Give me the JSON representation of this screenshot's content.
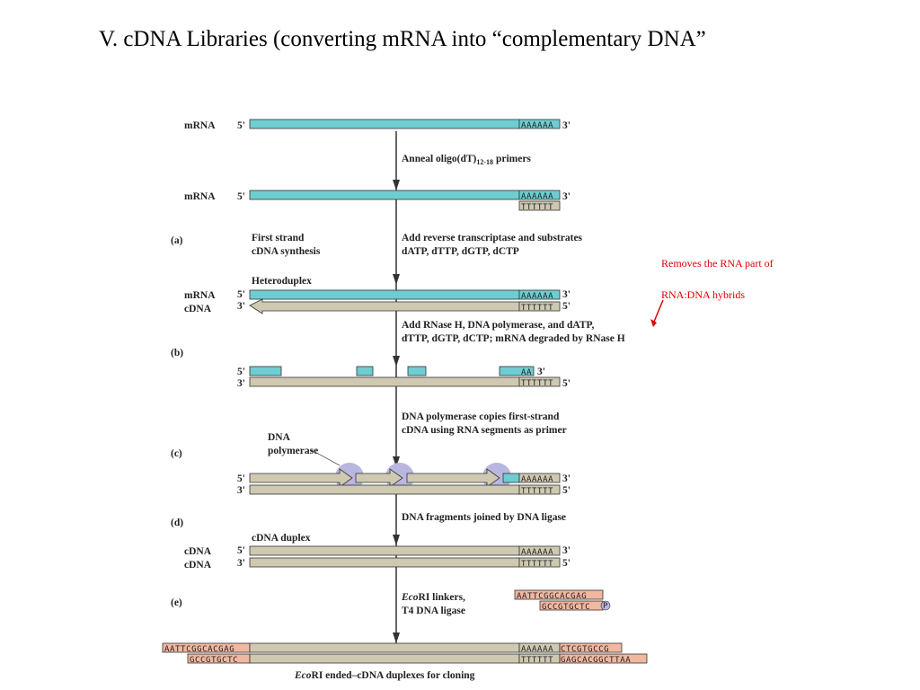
{
  "title": "V. cDNA Libraries (converting mRNA into “complementary DNA”",
  "annotation": {
    "line1": "Removes the RNA part of",
    "line2": "RNA:DNA hybrids"
  },
  "labels": {
    "mrna": "mRNA",
    "cdna": "cDNA",
    "five": "5'",
    "three": "3'",
    "heteroduplex": "Heteroduplex",
    "first_strand_1": "First strand",
    "first_strand_2": "cDNA synthesis",
    "dna_pol_1": "DNA",
    "dna_pol_2": "polymerase",
    "cdna_duplex": "cDNA duplex"
  },
  "panels": {
    "a": "(a)",
    "b": "(b)",
    "c": "(c)",
    "d": "(d)",
    "e": "(e)"
  },
  "steps": {
    "s1_main": "Anneal oligo(dT)",
    "s1_sub": "12-18",
    "s1_tail": " primers",
    "s2_line1": "Add reverse transcriptase and substrates",
    "s2_line2": "dATP, dTTP, dGTP, dCTP",
    "s3_line1": "Add RNase H, DNA polymerase, and dATP,",
    "s3_line2": "dTTP, dGTP, dCTP; mRNA degraded by RNase H",
    "s4_line1": "DNA polymerase copies first-strand",
    "s4_line2": "cDNA using RNA segments as primer",
    "s5_line1": "DNA fragments joined by DNA ligase",
    "s6_italic": "Eco",
    "s6_line1": "RI linkers,",
    "s6_line2": "T4 DNA ligase"
  },
  "sequences": {
    "polyA": "AAAAAA",
    "polyT": "TTTTTT",
    "polyA_short": "AA",
    "linker_top": "AATTCGGCACGAG",
    "linker_bottom": "GCCGTGCTC",
    "linker_p": "P",
    "left_top": "AATTCGGCACGAG",
    "left_bottom": "GCCGTGCTC",
    "right_top": "CTCGTGCCG",
    "right_bottom": "GAGCACGGCTTAA"
  },
  "caption": {
    "italic": "Eco",
    "text": "RI ended–cDNA duplexes for cloning"
  },
  "colors": {
    "rna": "#6ecdd0",
    "dna": "#cfc9b1",
    "linker": "#f2b7a0",
    "polymerase": "#b9b6e0",
    "annotation": "#e00000",
    "arrow": "#333333"
  }
}
